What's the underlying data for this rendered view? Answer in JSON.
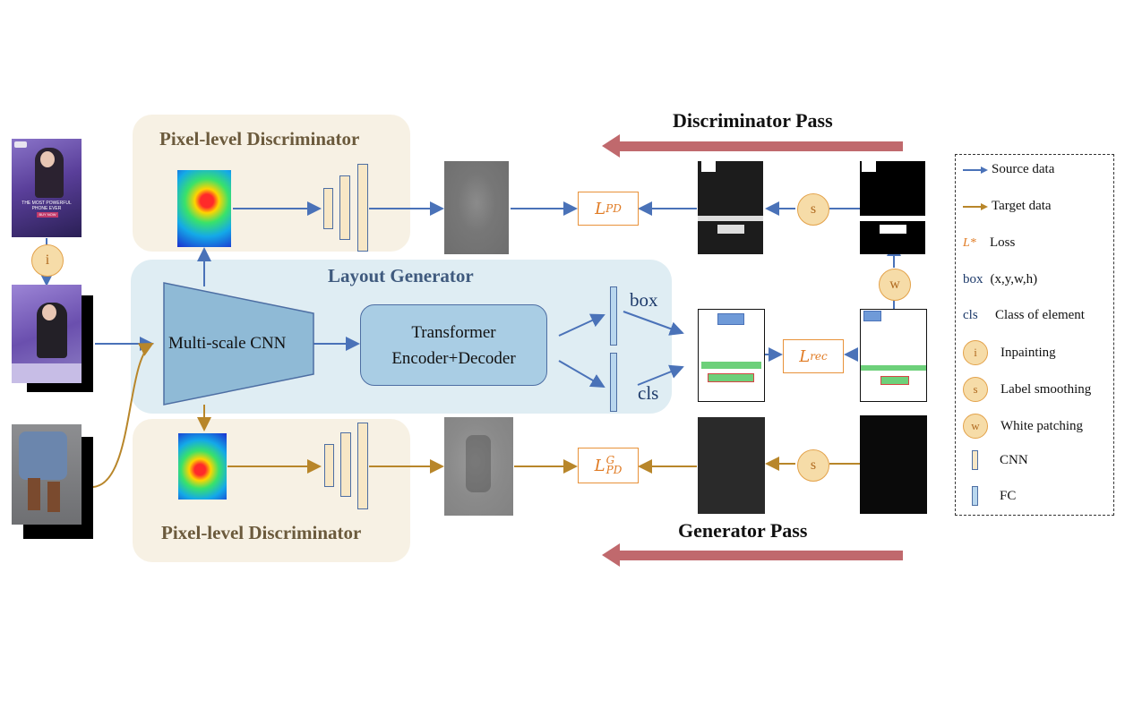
{
  "titles": {
    "disc_pass": "Discriminator Pass",
    "gen_pass": "Generator Pass",
    "layout_generator": "Layout Generator",
    "pixel_disc_top": "Pixel-level Discriminator",
    "pixel_disc_bottom": "Pixel-level Discriminator"
  },
  "nodes": {
    "multiscale_cnn": "Multi-scale CNN",
    "transformer_line1": "Transformer",
    "transformer_line2": "Encoder+Decoder",
    "box_label": "box",
    "cls_label": "cls"
  },
  "losses": {
    "l_pd_base": "L",
    "l_pd_sub": "PD",
    "l_pd_g_sup": "G",
    "l_rec_sub": "rec"
  },
  "circles": {
    "inpainting": "i",
    "smoothing_top": "s",
    "smoothing_bottom": "s",
    "white_patch": "w"
  },
  "poster": {
    "caption": "THE MOST POWERFUL PHONE EVER",
    "button": "BUY NOW"
  },
  "legend": {
    "items": [
      {
        "symbol": "arrow-blue",
        "label": "Source data"
      },
      {
        "symbol": "arrow-gold",
        "label": "Target data"
      },
      {
        "symbol": "L*",
        "label": "Loss"
      },
      {
        "symbol": "box",
        "label": "(x,y,w,h)"
      },
      {
        "symbol": "cls",
        "label": "Class of element"
      },
      {
        "symbol": "i",
        "label": "Inpainting"
      },
      {
        "symbol": "s",
        "label": "Label smoothing"
      },
      {
        "symbol": "w",
        "label": "White patching"
      },
      {
        "symbol": "cnn-bar",
        "label": "CNN"
      },
      {
        "symbol": "fc-bar",
        "label": "FC"
      }
    ]
  },
  "colors": {
    "source": "#4a72b8",
    "target": "#b8862a",
    "loss": "#e8923a",
    "pass_arrow": "#c0696d",
    "disc_panel": "#f7f1e4",
    "gen_panel": "#dcecf2",
    "cnn_block": "#8fbad6"
  }
}
